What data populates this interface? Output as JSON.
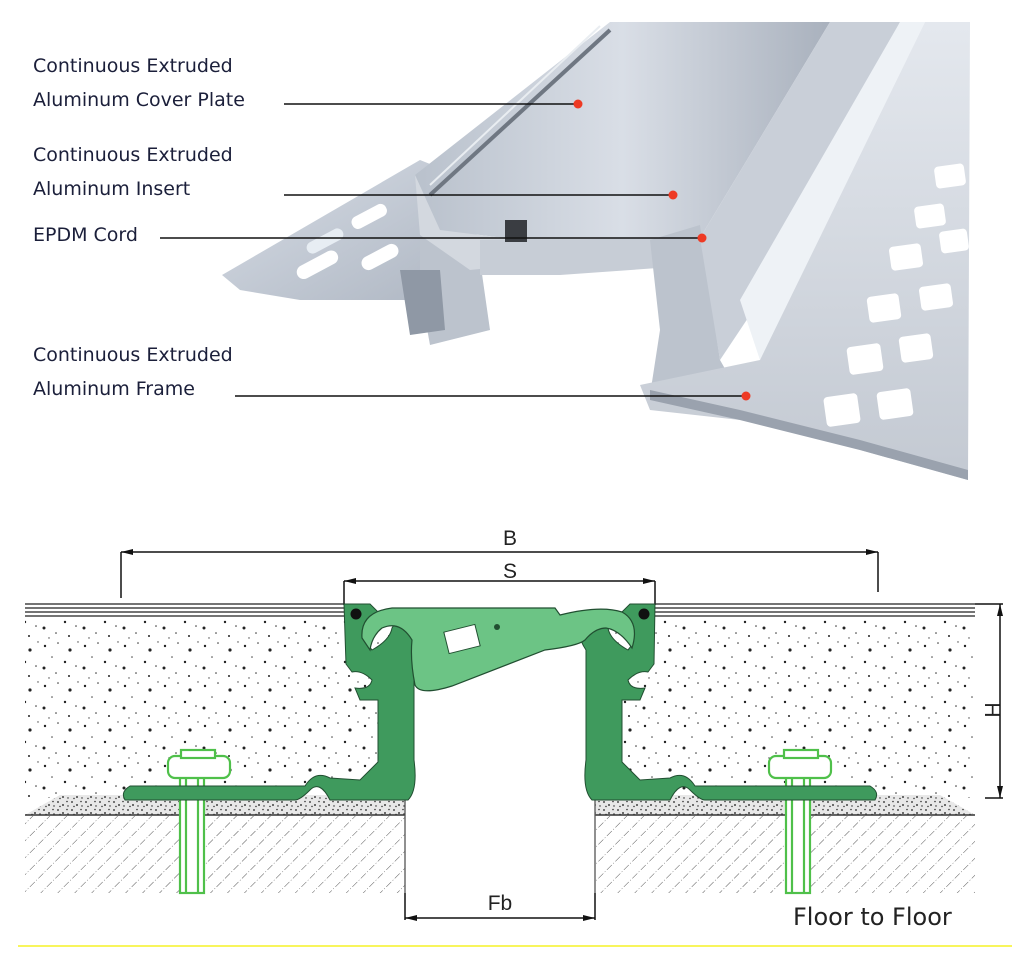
{
  "callouts": [
    {
      "line1": "Continuous Extruded",
      "line2": "Aluminum Cover Plate"
    },
    {
      "line1": "Continuous Extruded",
      "line2": "Aluminum Insert"
    },
    {
      "line1": "EPDM Cord",
      "line2": ""
    },
    {
      "line1": "Continuous Extruded",
      "line2": "Aluminum Frame"
    }
  ],
  "dimensions": {
    "b": "B",
    "s": "S",
    "h": "H",
    "fb": "Fb"
  },
  "caption": "Floor to Floor",
  "colors": {
    "frame_green": "#3f9a5d",
    "cover_green": "#6cc485",
    "bolt_green": "#4fc04a",
    "callout_dot": "#ee3a24",
    "aluminum": "#c5ccd6",
    "rule_yellow": "#f6f227"
  }
}
